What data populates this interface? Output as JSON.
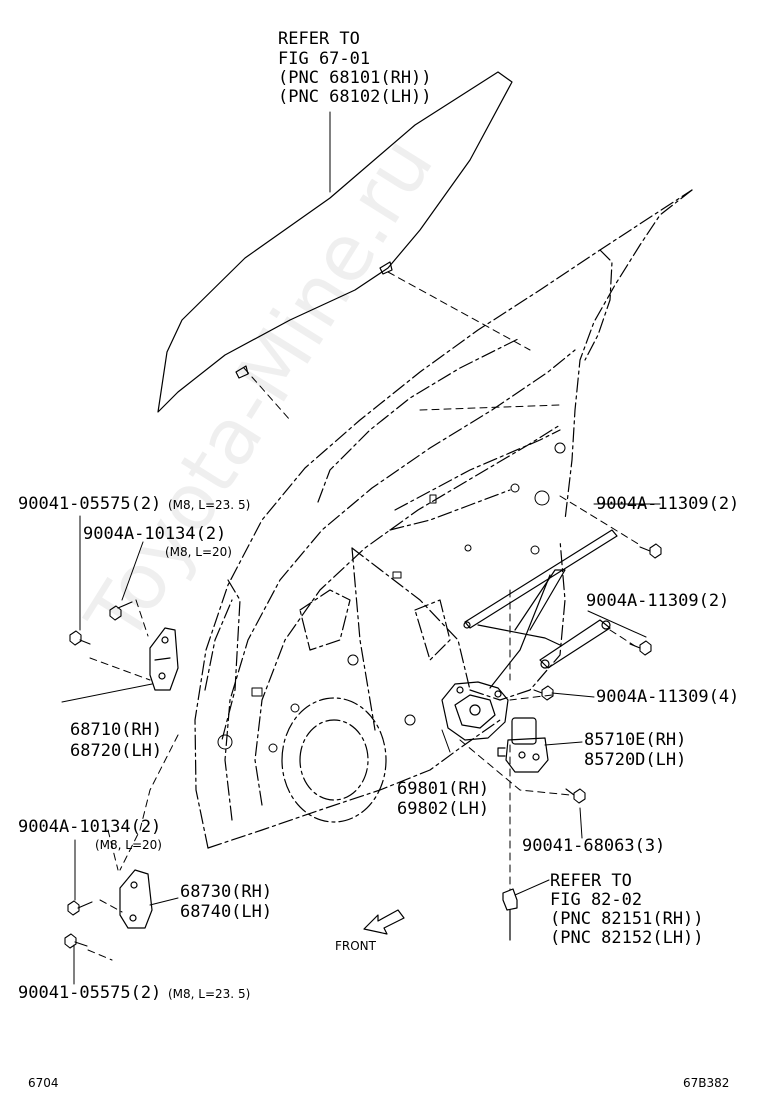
{
  "watermark": "Toyota-Mine.ru",
  "labels": {
    "glass_ref": [
      "REFER TO",
      "FIG 67-01",
      "(PNC 68101(RH))",
      "(PNC 68102(LH))"
    ],
    "bolt_top_left": "90041-05575(2)",
    "bolt_top_left_note": "(M8, L=23. 5)",
    "bolt_upper_hinge": "9004A-10134(2)",
    "bolt_upper_hinge_note": "(M8, L=20)",
    "upper_hinge": [
      "68710(RH)",
      "68720(LH)"
    ],
    "bolt_lower_hinge": "9004A-10134(2)",
    "bolt_lower_hinge_note": "(M8, L=20)",
    "lower_hinge": [
      "68730(RH)",
      "68740(LH)"
    ],
    "bolt_bottom_left": "90041-05575(2)",
    "bolt_bottom_left_note": "(M8, L=23. 5)",
    "bolt_right_1": "9004A-11309(2)",
    "bolt_right_2": "9004A-11309(2)",
    "bolt_right_3": "9004A-11309(4)",
    "motor": [
      "85710E(RH)",
      "85720D(LH)"
    ],
    "regulator": [
      "69801(RH)",
      "69802(LH)"
    ],
    "bolt_motor": "90041-68063(3)",
    "switch_ref": [
      "REFER TO",
      "FIG 82-02",
      "(PNC 82151(RH))",
      "(PNC 82152(LH))"
    ],
    "front": "FRONT",
    "page_left": "6704",
    "page_right": "67B382"
  }
}
